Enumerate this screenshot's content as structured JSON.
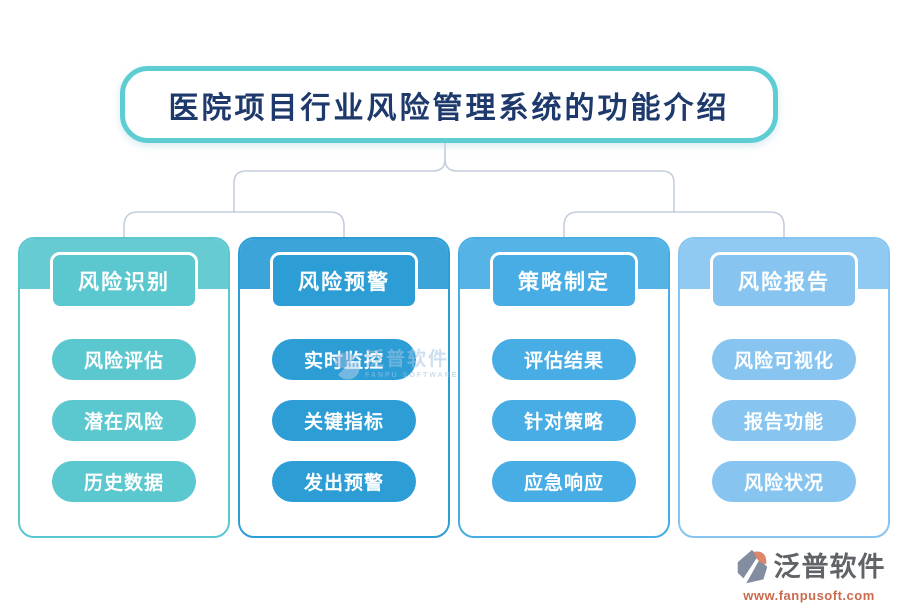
{
  "title": "医院项目行业风险管理系统的功能介绍",
  "title_text_color": "#1e3a6c",
  "title_border_color": "#5ecdd3",
  "connector_color": "#c5cedd",
  "columns": [
    {
      "header": "风险识别",
      "color": "#5bc7cf",
      "items": [
        "风险评估",
        "潜在风险",
        "历史数据"
      ]
    },
    {
      "header": "风险预警",
      "color": "#2d9dd6",
      "items": [
        "实时监控",
        "关键指标",
        "发出预警"
      ]
    },
    {
      "header": "策略制定",
      "color": "#47ade4",
      "items": [
        "评估结果",
        "针对策略",
        "应急响应"
      ]
    },
    {
      "header": "风险报告",
      "color": "#87c5f0",
      "items": [
        "风险可视化",
        "报告功能",
        "风险状况"
      ]
    }
  ],
  "watermark": {
    "name": "泛普软件",
    "subtitle": "FANPU SOFTWARE"
  },
  "footer_logo": {
    "name": "泛普软件",
    "url": "www.fanpusoft.com"
  }
}
